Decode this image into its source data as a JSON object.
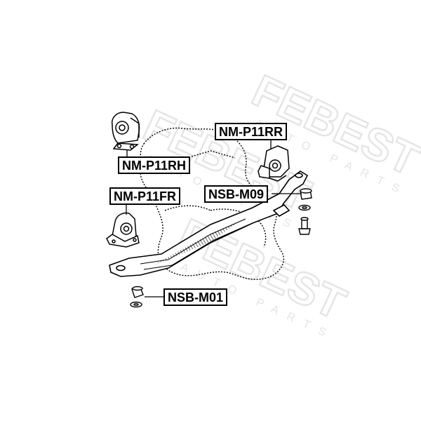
{
  "watermark": {
    "brand": "FEBEST",
    "tagline": "AUTO PARTS"
  },
  "parts": [
    {
      "id": "rh",
      "label": "NM-P11RH",
      "name": "right-hand-engine-mount"
    },
    {
      "id": "rr",
      "label": "NM-P11RR",
      "name": "rear-engine-mount"
    },
    {
      "id": "fr",
      "label": "NM-P11FR",
      "name": "front-engine-mount"
    },
    {
      "id": "m09",
      "label": "NSB-M09",
      "name": "crossmember-bushing-kit"
    },
    {
      "id": "m01",
      "label": "NSB-M01",
      "name": "crossmember-nut-washer"
    }
  ],
  "colors": {
    "line": "#000000",
    "watermark": "#d6d6d6",
    "background": "#ffffff"
  }
}
